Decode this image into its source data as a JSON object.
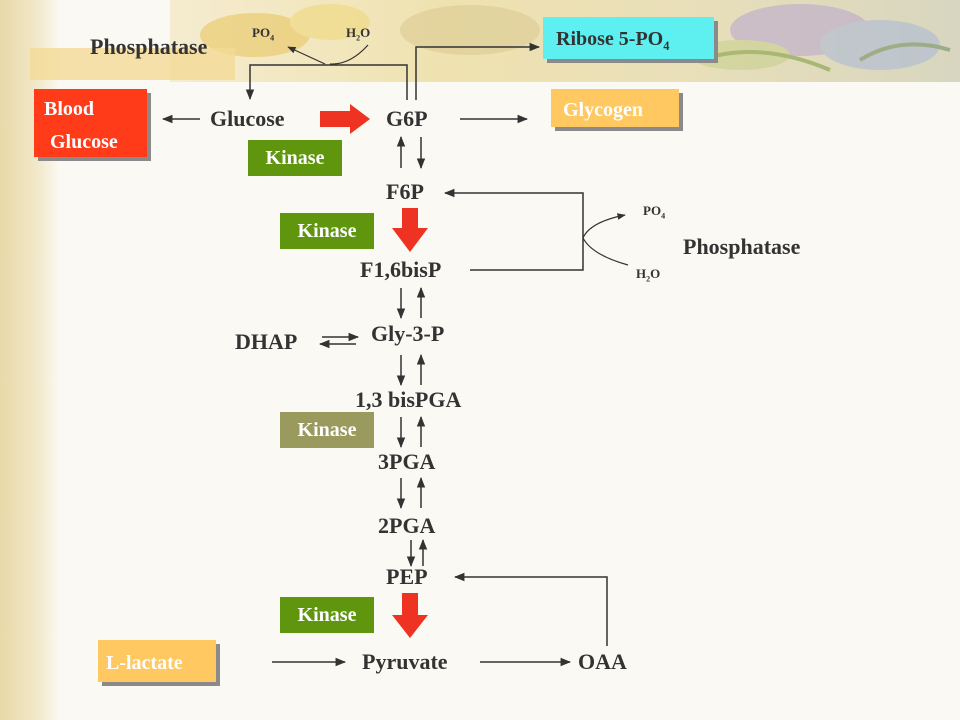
{
  "colors": {
    "blood_glucose_box": "#ff3b1a",
    "glycogen_box": "#ffc861",
    "ribose_box": "#5ef0f0",
    "lactate_box": "#ffc861",
    "kinase_box": "#5f960e",
    "kinase_box_muted": "#9a9a5e",
    "regulated_arrow": "#ee3322",
    "label_text": "#333333"
  },
  "boxes": {
    "blood_glucose": {
      "line1": "Blood",
      "line2": "Glucose"
    },
    "glycogen": {
      "label": "Glycogen"
    },
    "ribose": {
      "label": "Ribose 5-PO",
      "sub": "4"
    },
    "lactate": {
      "label": "L-lactate"
    }
  },
  "metabolites": {
    "glucose": "Glucose",
    "g6p": "G6P",
    "f6p": "F6P",
    "f16bisp": "F1,6bisP",
    "dhap": "DHAP",
    "gly3p": "Gly-3-P",
    "bpga": "1,3 bisPGA",
    "pga3": "3PGA",
    "pga2": "2PGA",
    "pep": "PEP",
    "pyruvate": "Pyruvate",
    "oaa": "OAA"
  },
  "enzymes": {
    "kinase_1": "Kinase",
    "kinase_2": "Kinase",
    "kinase_3": "Kinase",
    "kinase_4": "Kinase",
    "phosphatase_top": "Phosphatase",
    "phosphatase_right": "Phosphatase"
  },
  "cofactors": {
    "po4_top": {
      "main": "PO",
      "sub": "4"
    },
    "h2o_top": {
      "pre": "H",
      "sub": "2",
      "post": "O"
    },
    "po4_right": {
      "main": "PO",
      "sub": "4"
    },
    "h2o_right": {
      "pre": "H",
      "sub": "2",
      "post": "O"
    }
  }
}
